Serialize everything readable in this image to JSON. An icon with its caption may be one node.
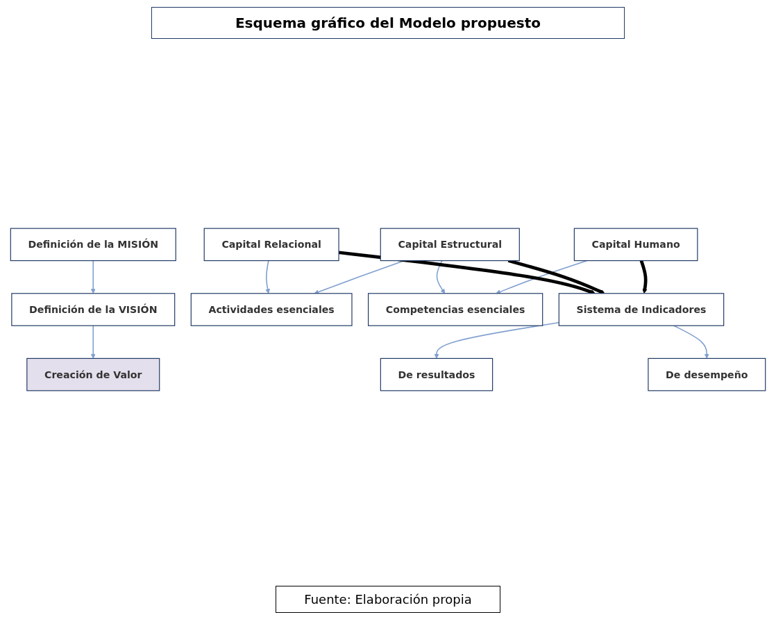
{
  "diagram": {
    "title": "Esquema gráfico del Modelo propuesto",
    "caption": "Fuente: Elaboración propia",
    "nodes": [
      {
        "text": [
          "Definición de la MISIÓN"
        ]
      },
      {
        "text": [
          "Definición de la VISIÓN"
        ]
      },
      {
        "text": [
          "Creación de Valor"
        ]
      },
      {
        "text": [
          "Capital Relacional"
        ]
      },
      {
        "text": [
          "Capital Estructural"
        ]
      },
      {
        "text": [
          "Capital Humano"
        ]
      },
      {
        "text": [
          "Actividades esenciales"
        ]
      },
      {
        "text": [
          "Competencias esenciales"
        ]
      },
      {
        "text": [
          "Sistema de Indicadores"
        ]
      },
      {
        "text": [
          "De resultados"
        ]
      },
      {
        "text": [
          "De desempeño"
        ]
      }
    ],
    "edges": [
      {
        "from": 0,
        "to": 1,
        "arrow": "to"
      },
      {
        "from": 1,
        "to": 2,
        "arrow": "to"
      },
      {
        "from": 3,
        "to": 6,
        "arrow": "to"
      },
      {
        "from": 4,
        "to": 6,
        "arrow": "to"
      },
      {
        "from": 4,
        "to": 7,
        "arrow": "to"
      },
      {
        "from": 5,
        "to": 7,
        "arrow": "to"
      },
      {
        "from": 3,
        "to": 8,
        "arrow": "to",
        "style": "thick",
        "color": "#000000"
      },
      {
        "from": 4,
        "to": 8,
        "arrow": "to",
        "style": "thick",
        "color": "#000000"
      },
      {
        "from": 5,
        "to": 8,
        "arrow": "to",
        "style": "thick",
        "color": "#000000"
      },
      {
        "from": 8,
        "to": 9,
        "arrow": "to"
      },
      {
        "from": 8,
        "to": 10,
        "arrow": "to"
      }
    ]
  }
}
